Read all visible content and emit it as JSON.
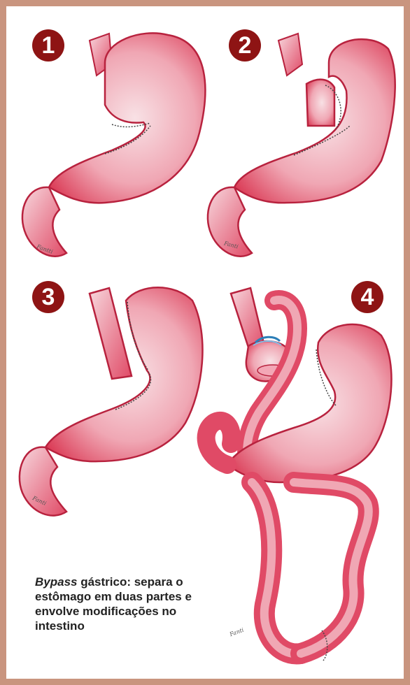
{
  "steps": [
    "1",
    "2",
    "3",
    "4"
  ],
  "caption": {
    "emphasis": "Bypass",
    "rest": " gástrico: separa o estômago em duas partes e envolve modificações no intestino"
  },
  "signatures": [
    "Fantti",
    "Fanti",
    "Fanti",
    "Fanti"
  ],
  "colors": {
    "border": "#c9957f",
    "badge": "#8e1414",
    "tissue": "#e04a66",
    "tissue_light": "#f6cfd6",
    "tissue_dark": "#b8223e"
  }
}
